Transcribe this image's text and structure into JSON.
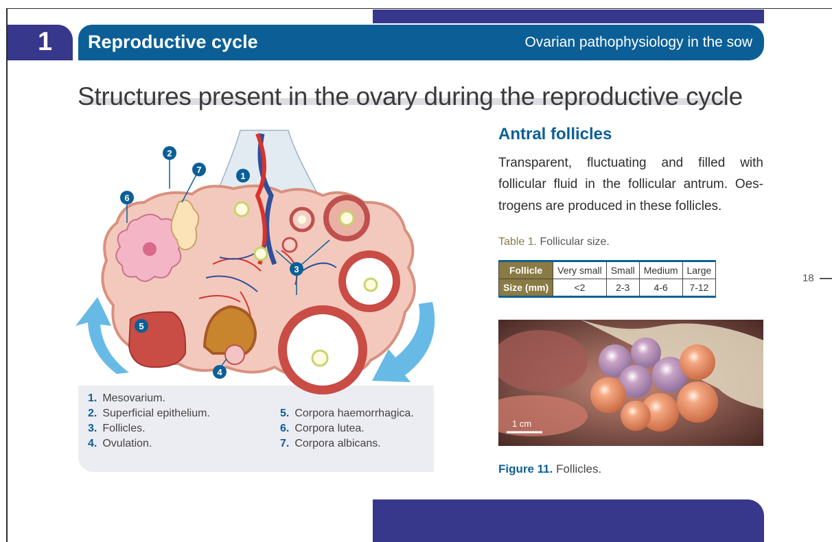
{
  "chapter": {
    "number": "1"
  },
  "header": {
    "title": "Reproductive cycle",
    "subtitle": "Ovarian pathophysiology in the sow"
  },
  "page_title": "Structures present in the ovary during the reproductive cycle",
  "diagram": {
    "markers": [
      "1",
      "2",
      "3",
      "4",
      "5",
      "6",
      "7"
    ],
    "legend": [
      {
        "num": "1.",
        "label": "Mesovarium."
      },
      {
        "num": "2.",
        "label": "Superficial epithelium."
      },
      {
        "num": "3.",
        "label": "Follicles."
      },
      {
        "num": "4.",
        "label": "Ovulation."
      },
      {
        "num": "5.",
        "label": "Corpora haemorrhagica."
      },
      {
        "num": "6.",
        "label": "Corpora lutea."
      },
      {
        "num": "7.",
        "label": "Corpora albicans."
      }
    ]
  },
  "section": {
    "heading": "Antral follicles",
    "text": "Transparent, fluctuating and filled with follicular fluid in the follicular antrum. Oes-trogens are produced in these follicles."
  },
  "table": {
    "caption_label": "Table 1.",
    "caption_text": " Follicular size.",
    "header": [
      "Follicle",
      "Very small",
      "Small",
      "Medium",
      "Large"
    ],
    "row": [
      "Size (mm)",
      "<2",
      "2-3",
      "4-6",
      "7-12"
    ]
  },
  "photo": {
    "scale_label": "1 cm"
  },
  "figure": {
    "caption_label": "Figure 11.",
    "caption_text": " Follicles."
  },
  "page_number": "18",
  "colors": {
    "brand_blue": "#0b5f96",
    "band_navy": "#37378c",
    "table_header": "#8a7a44"
  }
}
